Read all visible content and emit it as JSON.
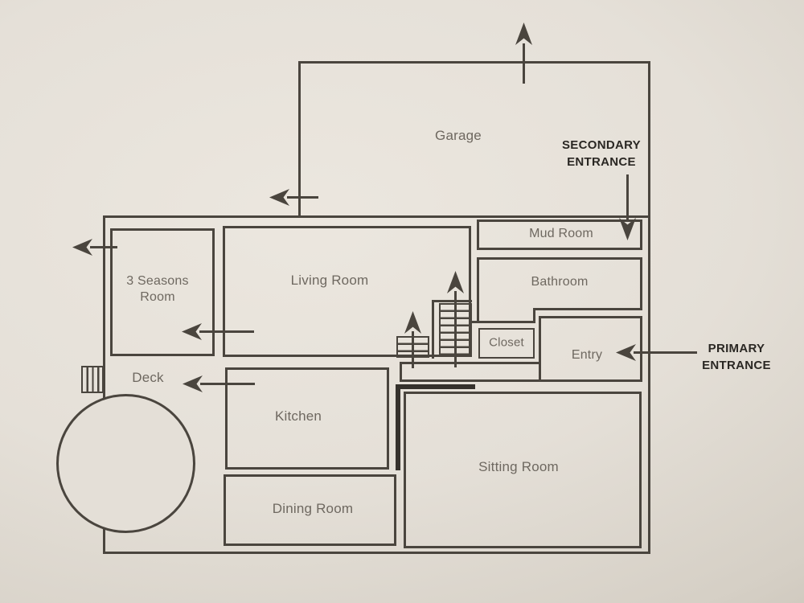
{
  "colors": {
    "paper": "#e6e1da",
    "paper_edge": "#beb7aa",
    "line": "#4a453e",
    "thick_wall": "#35312c",
    "room_label": "#6e6860",
    "annotation": "#2a2723",
    "circle_fill": "#e4dfd7"
  },
  "rooms": {
    "garage": {
      "label": "Garage"
    },
    "mud_room": {
      "label": "Mud Room"
    },
    "bathroom": {
      "label": "Bathroom"
    },
    "living_room": {
      "label": "Living Room"
    },
    "three_seasons": {
      "line1": "3 Seasons",
      "line2": "Room"
    },
    "closet": {
      "label": "Closet"
    },
    "entry": {
      "label": "Entry"
    },
    "deck": {
      "label": "Deck"
    },
    "kitchen": {
      "label": "Kitchen"
    },
    "dining_room": {
      "label": "Dining Room"
    },
    "sitting_room": {
      "label": "Sitting Room"
    }
  },
  "annotations": {
    "secondary_entrance": {
      "line1": "SECONDARY",
      "line2": "ENTRANCE"
    },
    "primary_entrance": {
      "line1": "PRIMARY",
      "line2": "ENTRANCE"
    }
  }
}
